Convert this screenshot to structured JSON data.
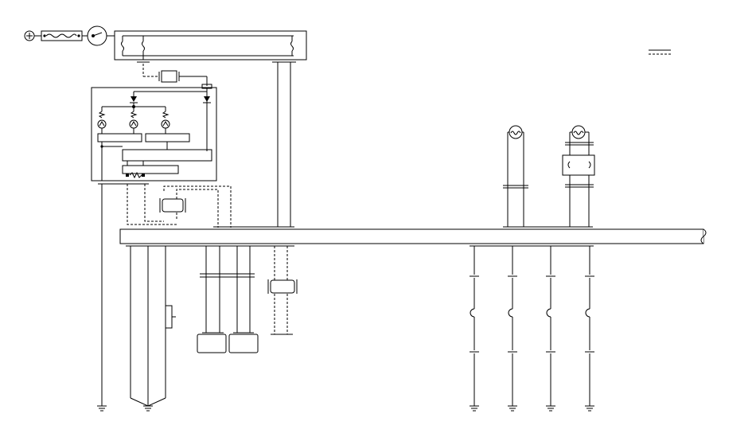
{
  "diagram": {
    "kind": "wiring-schematic",
    "legend_present": true,
    "colors": {
      "line": "#000000",
      "background": "#ffffff"
    },
    "components": {
      "battery_terminal_icon": "plus-circle-icon",
      "fuse_icon": "fuse-icon",
      "ignition_switch_icon": "switch-circle-icon",
      "lamp_icon": "lamp-icon",
      "ground_icon": "ground-icon",
      "connector_icon": "connector-icon",
      "diode_icon": "diode-icon"
    },
    "bottom_ground_count": 6,
    "right_lamp_count": 2,
    "control_unit_coil_count": 3
  }
}
